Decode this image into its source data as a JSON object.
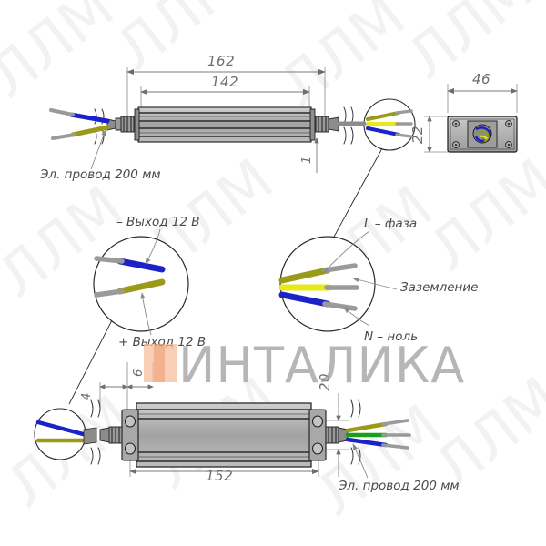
{
  "drawing": {
    "title": "LED driver / power supply technical dimension drawing",
    "units": "mm",
    "background": "#ffffff"
  },
  "dimensions": {
    "top_overall": "162",
    "top_body": "142",
    "top_gland": "1",
    "end_width": "46",
    "end_height": "22",
    "bottom_body": "152",
    "bottom_bracket_offset": "4",
    "bottom_bracket_hole": "6",
    "bottom_gland": "20"
  },
  "labels": {
    "cable_top_left": "Эл. провод 200 мм",
    "cable_bottom_right": "Эл. провод 200 мм",
    "out_minus": "– Выход 12 В",
    "out_plus": "+ Выход 12 В",
    "line_phase": "L – фаза",
    "earth": "Заземление",
    "neutral": "N – ноль"
  },
  "watermark": {
    "brand": "ИНТАЛИКА",
    "logo_color": "#f0a070",
    "text_color": "#9b9b9b",
    "faint_color": "#f2f2f2"
  },
  "colors": {
    "wire_blue": "#1a22c8",
    "wire_olive": "#9a9a18",
    "wire_yellow": "#e8e81c",
    "wire_green": "#18a018",
    "wire_lead": "#9a9a9a",
    "housing_dark": "#1a1a1a",
    "housing_fill": "#a8a8a8",
    "dim_line": "#7a7a7a",
    "outline": "#2a2a2a"
  }
}
